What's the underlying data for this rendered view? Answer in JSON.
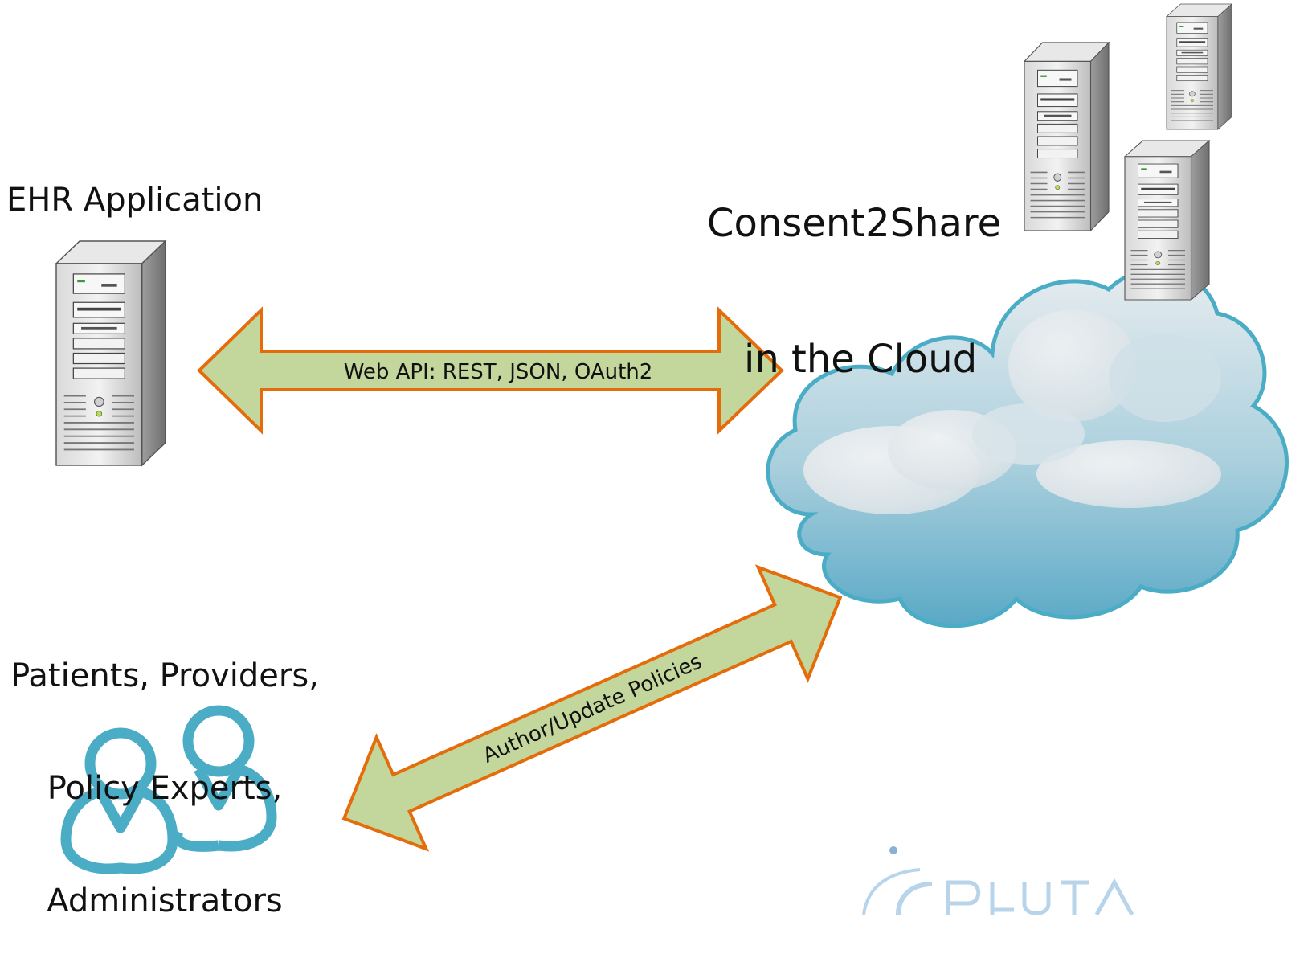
{
  "nodes": {
    "ehr": {
      "label": "EHR Application"
    },
    "cloud": {
      "label_line1": "Consent2Share",
      "label_line2": "in the Cloud"
    },
    "users": {
      "label_line1": "Patients, Providers,",
      "label_line2": "Policy Experts,",
      "label_line3": "Administrators"
    }
  },
  "edges": {
    "web_api": {
      "label": "Web API: REST, JSON, OAuth2"
    },
    "policies": {
      "label": "Author/Update Policies"
    }
  },
  "colors": {
    "arrow_fill": "#c3d69b",
    "arrow_stroke": "#e46c0a",
    "user_icon": "#4bacc6",
    "cloud_edge": "#4bacc6",
    "cloud_light": "#dfe6ea",
    "cloud_dark": "#6fb3cc"
  },
  "icons": {
    "ehr_server": "server-tower-icon",
    "cloud_servers": "server-tower-icon",
    "users": "users-icon",
    "cloud": "cloud-icon",
    "logo": "logo-icon"
  }
}
